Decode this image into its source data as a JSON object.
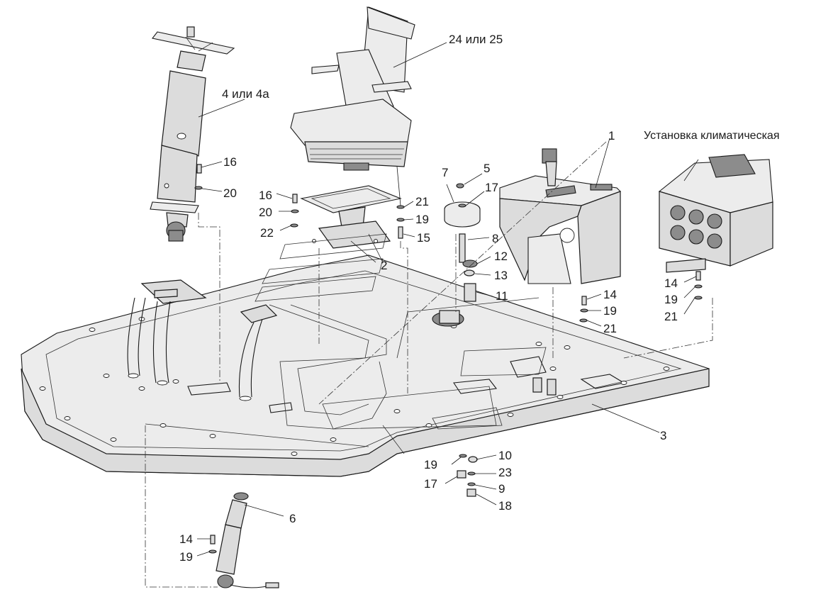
{
  "diagram": {
    "callouts": {
      "c1": "1",
      "c2": "2",
      "c3": "3",
      "c4": "4 или 4а",
      "c5": "5",
      "c6": "6",
      "c7": "7",
      "c8": "8",
      "c9": "9",
      "c10": "10",
      "c11": "11",
      "c12": "12",
      "c13": "13",
      "c14a": "14",
      "c14b": "14",
      "c14c": "14",
      "c15": "15",
      "c16a": "16",
      "c16b": "16",
      "c17a": "17",
      "c17b": "17",
      "c18": "18",
      "c19a": "19",
      "c19b": "19",
      "c19c": "19",
      "c19d": "19",
      "c19e": "19",
      "c20a": "20",
      "c20b": "20",
      "c21a": "21",
      "c21b": "21",
      "c21c": "21",
      "c22": "22",
      "c23": "23",
      "c24": "24 или 25",
      "climate": "Установка климатическая"
    }
  }
}
